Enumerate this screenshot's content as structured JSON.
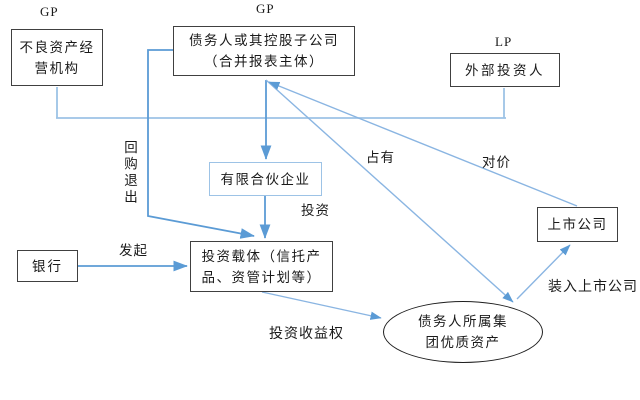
{
  "colors": {
    "line_medium": "#5b9bd5",
    "line_light": "#9dc3e6",
    "line_diag": "#8ab5e2",
    "border_dark": "#404040",
    "border_blue": "#9dc3e6",
    "text": "#1a1a1a"
  },
  "labels": {
    "gp_left": "GP",
    "gp_center": "GP",
    "lp": "LP",
    "buyback_exit": "回购退出",
    "invest": "投资",
    "possess": "占有",
    "consideration": "对价",
    "initiate": "发起",
    "investment_income_right": "投资收益权",
    "inject_into_listed": "装入上市公司"
  },
  "nodes": {
    "amc": {
      "line1": "不良资产经",
      "line2": "营机构"
    },
    "debtor": {
      "line1": "债务人或其控股子公司",
      "line2": "（合并报表主体）"
    },
    "external_investor": {
      "label": "外部投资人"
    },
    "limited_partnership": {
      "label": "有限合伙企业"
    },
    "bank": {
      "label": "银行"
    },
    "vehicle": {
      "line1": "投资载体（信托产",
      "line2": "品、资管计划等）"
    },
    "listed_company": {
      "label": "上市公司"
    },
    "group_assets": {
      "line1": "债务人所属集",
      "line2": "团优质资产"
    }
  }
}
